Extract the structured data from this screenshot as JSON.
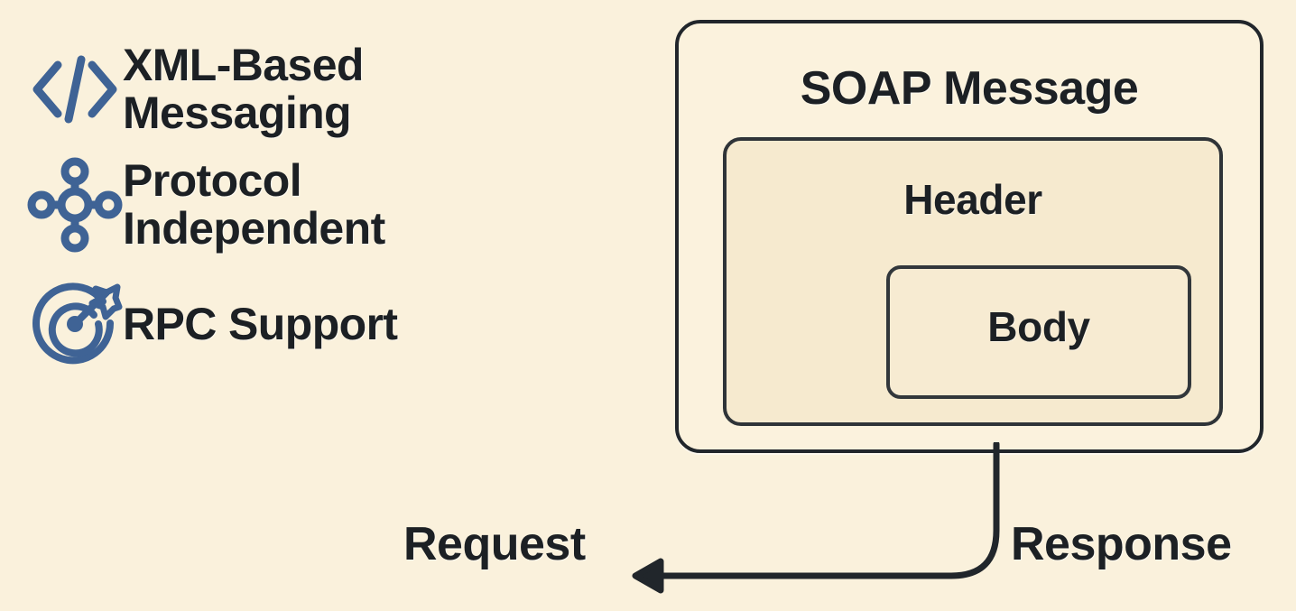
{
  "canvas": {
    "background_color": "#faf1dc",
    "text_color": "#1c2024",
    "accent_color": "#3f6395",
    "stroke_color": "#21262b"
  },
  "features": [
    {
      "icon": "code-brackets-icon",
      "label": "XML-Based\nMessaging"
    },
    {
      "icon": "network-hub-icon",
      "label": "Protocol\nIndependent"
    },
    {
      "icon": "target-arrow-icon",
      "label": "RPC Support"
    }
  ],
  "soap_message": {
    "title": "SOAP Message",
    "header": {
      "title": "Header",
      "body": {
        "title": "Body"
      }
    }
  },
  "flow": {
    "request_label": "Request",
    "response_label": "Response",
    "arrow": "curved-arrow-left-icon"
  }
}
